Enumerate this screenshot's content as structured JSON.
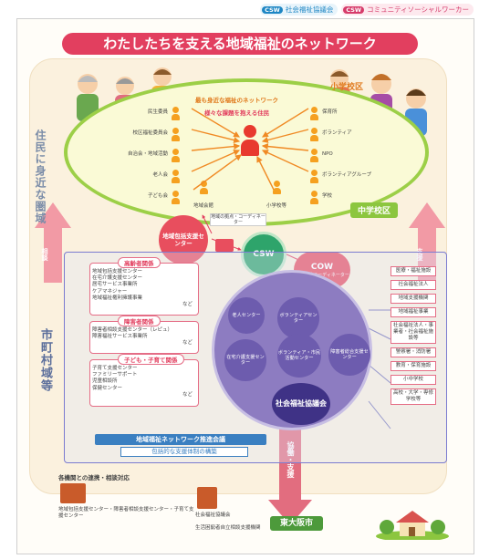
{
  "legend": [
    {
      "abbr": "CSW",
      "text": "社会福祉協議会"
    },
    {
      "abbr": "CSW",
      "text": "コミュニティソーシャルワーカー"
    }
  ],
  "title": "わたしたちを支える地域福祉のネットワーク",
  "area": {
    "es_label": "小学校区",
    "ms_label": "中学校区",
    "vertical_left": "住民に身近な圏域",
    "vertical_city": "市町村域等"
  },
  "es": {
    "heading1": "最も身近な福祉のネットワーク",
    "heading2": "様々な課題を抱える住民",
    "left": [
      "民生委員",
      "校区福祉委員会",
      "自治会・地域活動",
      "老人会",
      "子ども会"
    ],
    "right": [
      "保育所",
      "ボランティア",
      "NPO",
      "ボランティアグループ",
      "学校"
    ],
    "bottom": [
      "地域会館",
      "小学校等"
    ],
    "center_box": "地域の拠点・コーディネーター"
  },
  "circles": {
    "csc": "地域包括支援センター",
    "csw": "CSW",
    "cow": "COW",
    "cow_sub": "地域福祉コーディネーター"
  },
  "arrows": {
    "left": "相談",
    "right": "支援",
    "center": "協働・支援"
  },
  "cards": [
    {
      "title": "高齢者関係",
      "lines": [
        "地域包括支援センター",
        "在宅介護支援センター",
        "居宅サービス事業所",
        "ケアマネジャー",
        "地域福祉権利擁護事業",
        "など"
      ]
    },
    {
      "title": "障害者関係",
      "lines": [
        "障害者相談支援センター（レピュ）",
        "障害福祉サービス事業所",
        "など"
      ]
    },
    {
      "title": "子ども・子育て関係",
      "lines": [
        "子育て支援センター",
        "ファミリーサポート",
        "児童相談所",
        "保健センター",
        "など"
      ]
    }
  ],
  "purple": {
    "nodes": [
      "老人センター",
      "ボランティアセンター",
      "在宅介護支援センター",
      "ボランティア・市民活動センター",
      "障害者総合支援センター"
    ],
    "center": "社会福祉協議会"
  },
  "right_boxes": [
    "医療・福祉施設",
    "社会福祉法人",
    "地域支援機関",
    "地域福祉事業",
    "社会福祉法人・事業者・社会福祉施設等",
    "警察署・消防署",
    "教育・保育施設",
    "小中学校",
    "高校・大学・専修学校等"
  ],
  "network_bar": "地域福祉ネットワーク推進会議",
  "network_bar2": "包括的な支援体制の構築",
  "bottom": {
    "label": "各機関との連携・相談対応",
    "items": [
      "地域包括支援センター・障害者相談支援センター・子育て支援センター",
      "社会福祉協議会",
      "生活困窮者自立相談支援機関"
    ],
    "city": "東大阪市"
  }
}
